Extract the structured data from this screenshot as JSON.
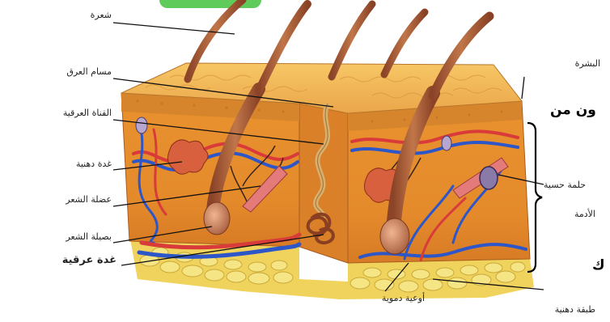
{
  "labels": {
    "hair": "شعرة",
    "sweat_pore": "مسام العرق",
    "sweat_duct": "القناة العرقية",
    "sebaceous_gland": "غدة دهنية",
    "hair_muscle": "عضلة الشعر",
    "hair_bulb": "بصيلة الشعر",
    "sweat_gland": "غدة عرقية",
    "epidermis": "البشرة",
    "sensory_corpuscle": "حلمة حسية",
    "dermis": "الأدمة",
    "blood_vessels": "أوعية دموية",
    "fat_layer": "طبقة دهنية"
  },
  "side_text": {
    "fragment_top": "ون من",
    "fragment_bottom": "ك"
  },
  "colors": {
    "skin_top": "#f3b54f",
    "skin_front": "#e9922f",
    "fat": "#f2dc6a",
    "hair": "#a85a36",
    "vein": "#2d56c9",
    "artery": "#d93a3a",
    "accent_tab": "#5ecb5a"
  }
}
